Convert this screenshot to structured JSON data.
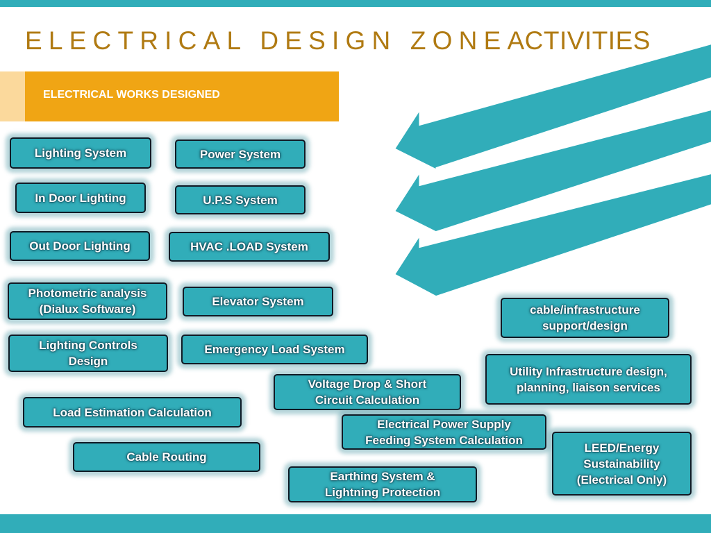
{
  "title": {
    "spaced_part": "ELECTRICAL DESIGN ZONE",
    "plain_part": "ACTIVITIES"
  },
  "subtitle": "ELECTRICAL WORKS DESIGNED",
  "colors": {
    "teal": "#31adb9",
    "gold_title": "#b07a12",
    "orange_band": "#f0a514",
    "box_border": "#101a25"
  },
  "icons": [
    "arrow-left-icon",
    "arrow-left-icon",
    "arrow-left-icon"
  ],
  "items": [
    "Lighting System",
    "Power System",
    "In Door Lighting",
    "U.P.S System",
    "Out Door Lighting",
    "HVAC .LOAD System",
    "Photometric analysis\n(Dialux Software)",
    "Elevator System",
    "cable/infrastructure\nsupport/design",
    "Lighting Controls\nDesign",
    "Emergency Load System",
    "Utility Infrastructure design,\nplanning, liaison services",
    "Voltage Drop & Short\nCircuit Calculation",
    "Load Estimation Calculation",
    "Electrical Power  Supply\nFeeding System Calculation",
    "LEED/Energy\nSustainability\n(Electrical Only)",
    "Cable Routing",
    "Earthing System &\nLightning Protection"
  ]
}
